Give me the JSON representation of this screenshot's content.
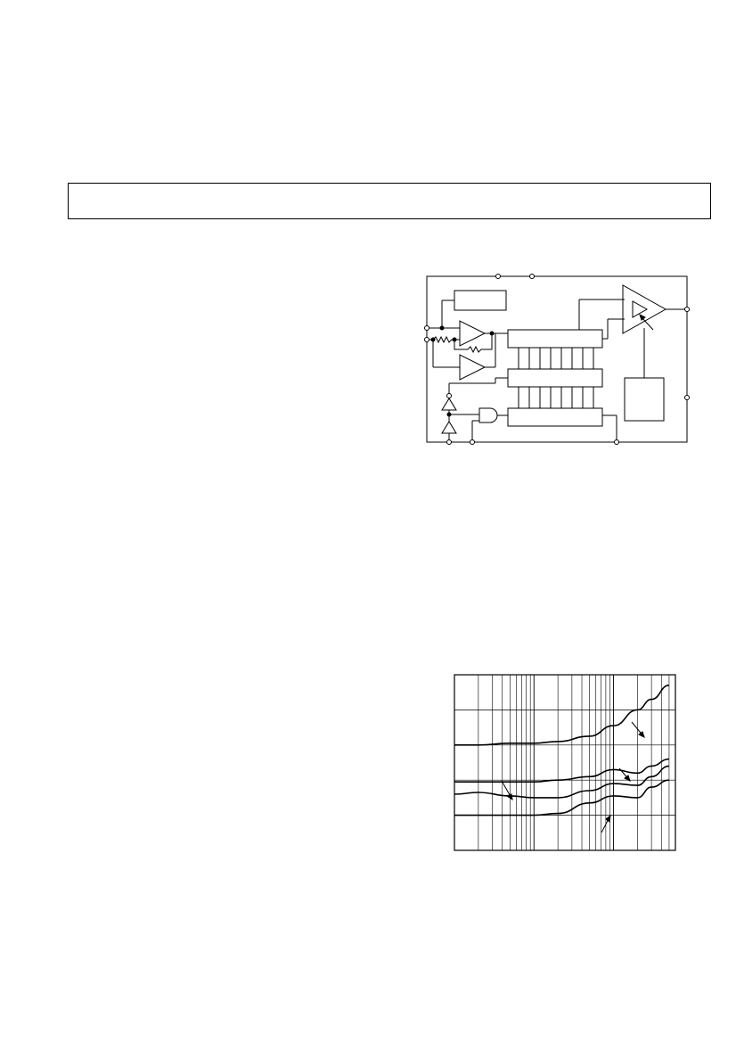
{
  "document": {
    "header_banner": "",
    "figures": [
      {
        "kind": "functional-block-diagram",
        "caption": ""
      },
      {
        "kind": "performance-graph",
        "caption": ""
      }
    ]
  },
  "chart_data": {
    "type": "line",
    "title": "",
    "xlabel": "",
    "ylabel": "",
    "xscale": "log",
    "grid": true,
    "x": [
      1,
      2,
      5,
      10,
      20,
      50,
      100,
      200,
      300,
      500
    ],
    "series": [
      {
        "values": [
          5.0,
          5.0,
          5.05,
          5.05,
          5.1,
          5.25,
          5.55,
          6.0,
          6.3,
          6.7
        ]
      },
      {
        "values": [
          3.95,
          3.95,
          3.95,
          3.95,
          4.0,
          4.1,
          4.3,
          4.2,
          4.4,
          4.6
        ]
      },
      {
        "values": [
          3.6,
          3.65,
          3.55,
          3.5,
          3.5,
          3.7,
          3.9,
          3.85,
          4.1,
          4.4
        ]
      },
      {
        "values": [
          3.0,
          3.0,
          3.0,
          3.0,
          3.05,
          3.35,
          3.55,
          3.5,
          3.8,
          4.0
        ]
      }
    ],
    "ylim": [
      2.0,
      7.0
    ]
  }
}
